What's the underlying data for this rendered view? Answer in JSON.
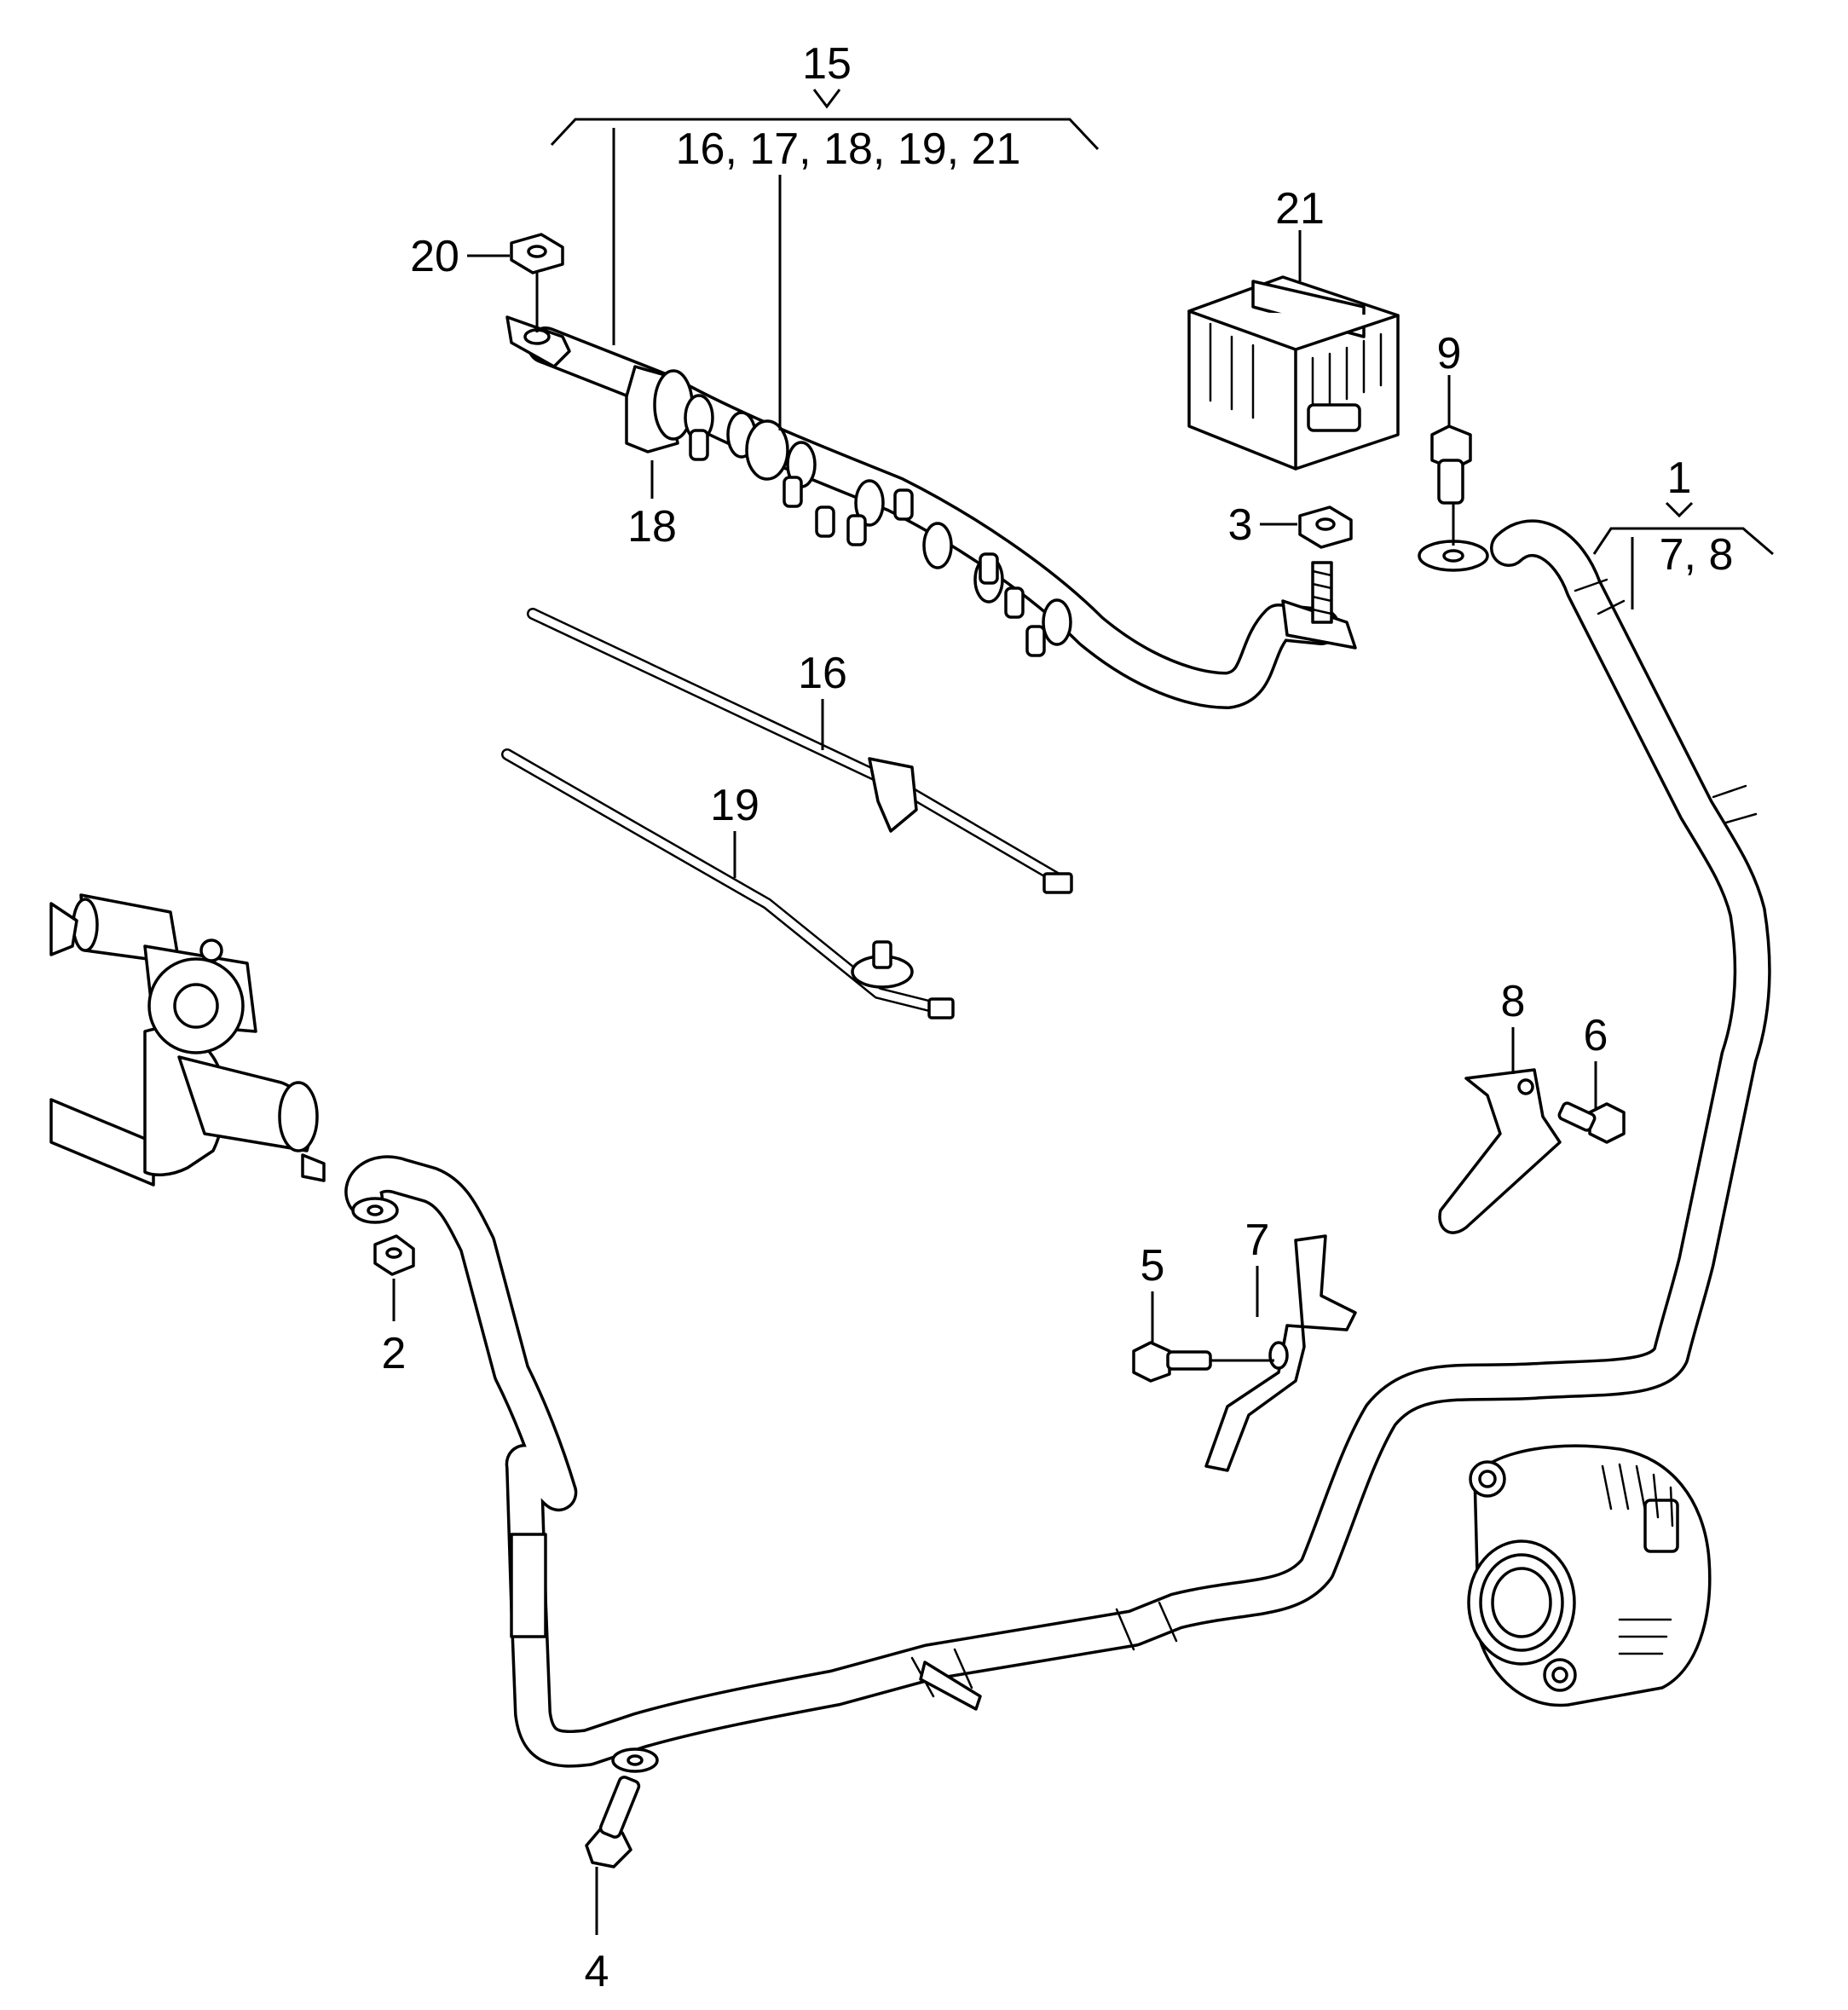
{
  "diagram": {
    "callouts": {
      "c1": "1",
      "c1_sub": "7, 8",
      "c2": "2",
      "c3": "3",
      "c4": "4",
      "c5": "5",
      "c6": "6",
      "c7": "7",
      "c8": "8",
      "c9": "9",
      "c15": "15",
      "c15_sub": "16,  17,  18, 19, 21",
      "c16": "16",
      "c18": "18",
      "c19": "19",
      "c20": "20",
      "c21": "21"
    }
  }
}
